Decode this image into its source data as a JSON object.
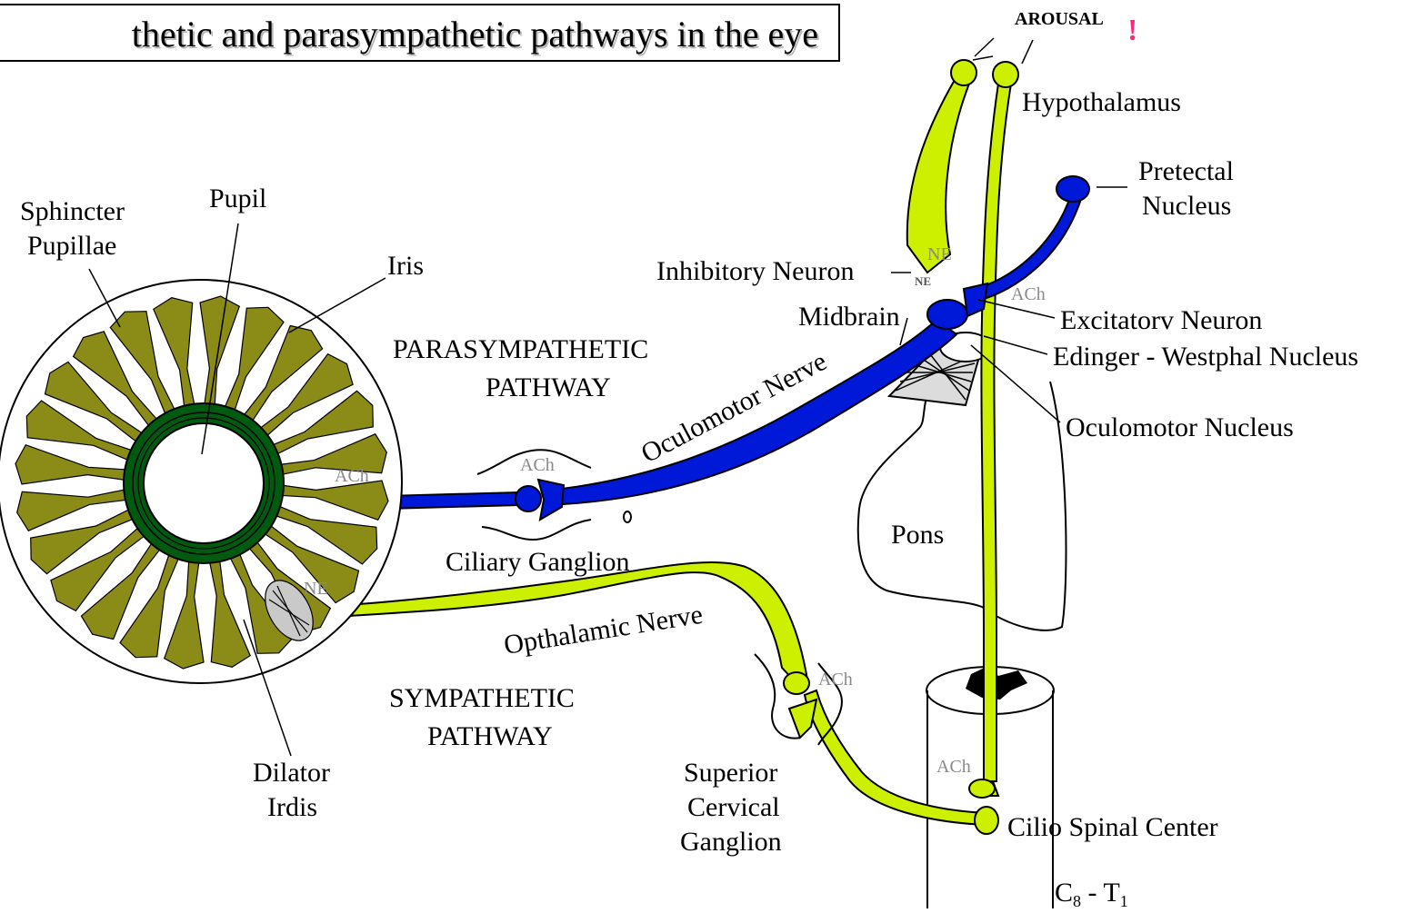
{
  "title": "thetic and parasympathetic pathways in the eye",
  "colors": {
    "sympathetic": "#ccf000",
    "parasympathetic": "#0018d8",
    "iris_muscle": "#8b8b18",
    "pupil_ring": "#005a10",
    "arousal_mark": "#ff2a7a"
  },
  "labels": {
    "arousal": "AROUSAL",
    "arousal_mark": "!",
    "hypothalamus": "Hypothalamus",
    "pretectal_1": "Pretectal",
    "pretectal_2": "Nucleus",
    "sphincter_1": "Sphincter",
    "sphincter_2": "Pupillae",
    "pupil": "Pupil",
    "iris": "Iris",
    "inhibitory": "Inhibitory Neuron",
    "midbrain": "Midbrain",
    "excitatory": "Excitatorv Neuron",
    "edinger": "Edinger - Westphal Nucleus",
    "oculomotor_nucleus": "Oculomotor Nucleus",
    "oculomotor_nerve": "Oculomotor Nerve",
    "para_1": "PARASYMPATHETIC",
    "para_2": "PATHWAY",
    "ciliary": "Ciliary Ganglion",
    "pons": "Pons",
    "opthalamic": "Opthalamic Nerve",
    "symp_1": "SYMPATHETIC",
    "symp_2": "PATHWAY",
    "dilator_1": "Dilator",
    "dilator_2": "Irdis",
    "superior_1": "Superior",
    "superior_2": "Cervical",
    "superior_3": "Ganglion",
    "cilio": "Cilio Spinal Center",
    "c8": "C",
    "c8_sub": "8",
    "c8_sep": " - T",
    "t1_sub": "1"
  },
  "transmitters": {
    "ne_top": "NE",
    "ne_small": "NE",
    "ach_excitatory": "ACh",
    "ach_iris": "ACh",
    "ach_ciliary": "ACh",
    "ne_iris": "NE",
    "ach_cervical": "ACh",
    "ach_spinal": "ACh"
  }
}
